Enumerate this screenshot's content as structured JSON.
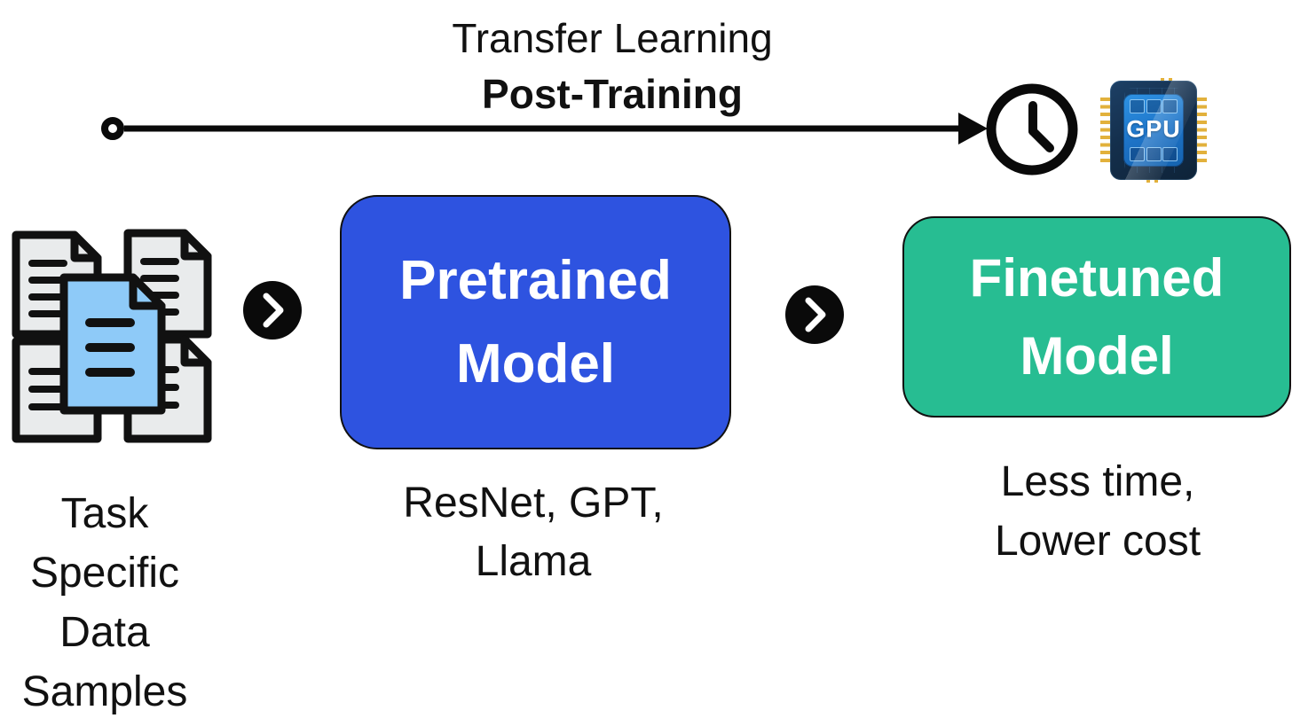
{
  "header": {
    "title": "Transfer Learning",
    "subtitle": "Post-Training"
  },
  "timeline": {
    "start_marker": "open-circle",
    "end_icons": [
      "clock",
      "gpu-chip"
    ],
    "gpu_label": "GPU"
  },
  "nodes": [
    {
      "id": "task-data",
      "icon": "documents-cluster-icon",
      "caption": "Task\nSpecific\nData\nSamples"
    },
    {
      "id": "pretrained-model",
      "label": "Pretrained\nModel",
      "caption": "ResNet, GPT,\nLlama",
      "color": "#2e53e0"
    },
    {
      "id": "finetuned-model",
      "label": "Finetuned\nModel",
      "caption": "Less time,\nLower cost",
      "color": "#27bd92"
    }
  ],
  "connectors": {
    "type": "chevron-right-in-black-circle",
    "count": 2
  },
  "colors": {
    "pretrained_box": "#2e53e0",
    "finetuned_box": "#27bd92",
    "box_text": "#ffffff",
    "ink": "#0a0a0a",
    "doc_highlight_blue": "#8ecaf8",
    "doc_gray": "#e9ebec",
    "gpu_gold": "#e2b13c",
    "gpu_navy": "#142f4c",
    "gpu_blue": "#1d72c6"
  }
}
